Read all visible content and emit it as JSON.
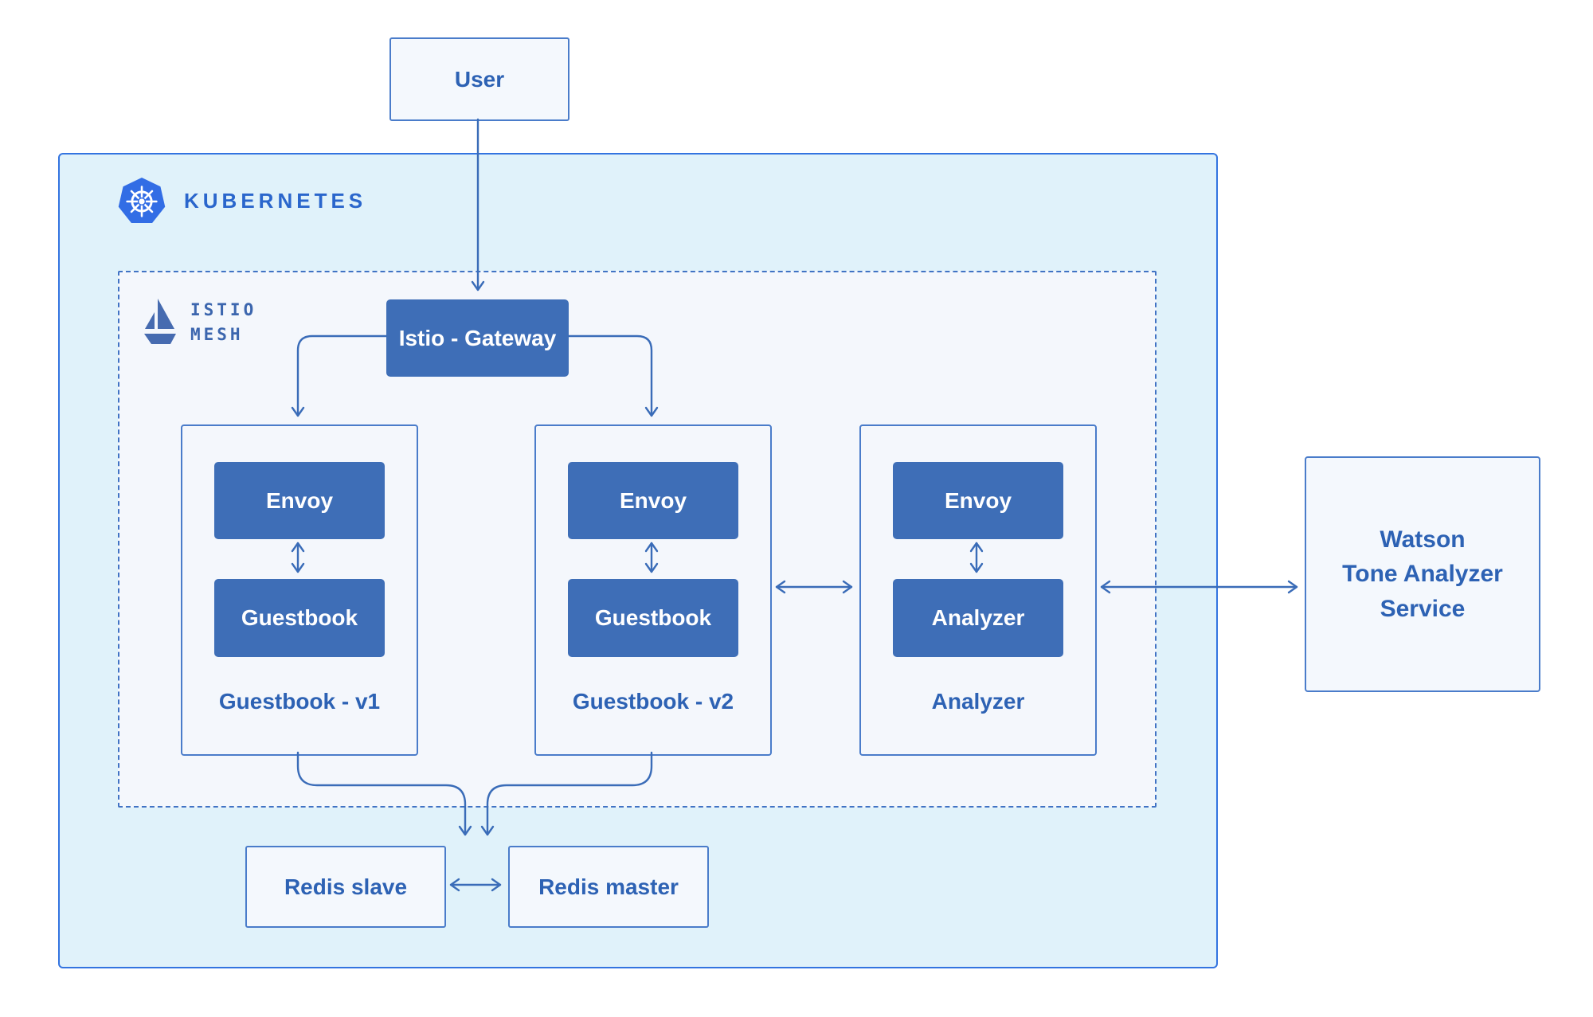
{
  "colors": {
    "page-bg": "#ffffff",
    "k8s-bg": "#e0f2fa",
    "k8s-border": "#3374e0",
    "mesh-bg": "#f4f7fc",
    "dash": "#4173c4",
    "node-blue": "#3e6eb7",
    "node-text": "#ffffff",
    "line": "#3a6cb8",
    "light-bg": "#f4f8fd",
    "light-border": "#4a7cca",
    "label": "#2d62b4",
    "k8s-wordmark": "#2a66cc",
    "istio-wordmark": "#3c66ae",
    "k8s-logo": "#326de5",
    "istio-logo": "#466bb0"
  },
  "diagram": {
    "user": {
      "label": "User"
    },
    "kubernetes": {
      "wordmark": "KUBERNETES",
      "icon": "kubernetes-wheel-icon"
    },
    "istio": {
      "wordmark_line1": "ISTIO",
      "wordmark_line2": "MESH",
      "icon": "istio-sailboat-icon"
    },
    "gateway": {
      "label": "Istio - Gateway"
    },
    "pods": [
      {
        "sidecar": "Envoy",
        "app": "Guestbook",
        "label": "Guestbook - v1"
      },
      {
        "sidecar": "Envoy",
        "app": "Guestbook",
        "label": "Guestbook - v2"
      },
      {
        "sidecar": "Envoy",
        "app": "Analyzer",
        "label": "Analyzer"
      }
    ],
    "redis": {
      "slave": "Redis slave",
      "master": "Redis master"
    },
    "watson": {
      "line1": "Watson",
      "line2": "Tone Analyzer",
      "line3": "Service"
    }
  }
}
